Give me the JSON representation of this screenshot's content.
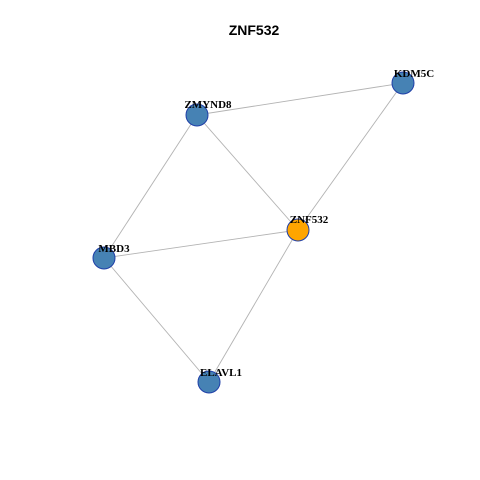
{
  "title": "ZNF532",
  "colors": {
    "default_node": "#4682b4",
    "focus_node": "#ffa500",
    "node_border": "#1f3fa8",
    "edge": "#b3b3b3",
    "background": "#ffffff"
  },
  "nodes": [
    {
      "id": "KDM5C",
      "label": "KDM5C",
      "focus": false
    },
    {
      "id": "ZMYND8",
      "label": "ZMYND8",
      "focus": false
    },
    {
      "id": "ZNF532",
      "label": "ZNF532",
      "focus": true
    },
    {
      "id": "MBD3",
      "label": "MBD3",
      "focus": false
    },
    {
      "id": "ELAVL1",
      "label": "ELAVL1",
      "focus": false
    }
  ],
  "edges": [
    [
      "ZMYND8",
      "KDM5C"
    ],
    [
      "KDM5C",
      "ZNF532"
    ],
    [
      "ZMYND8",
      "ZNF532"
    ],
    [
      "ZMYND8",
      "MBD3"
    ],
    [
      "MBD3",
      "ZNF532"
    ],
    [
      "ZNF532",
      "ELAVL1"
    ],
    [
      "MBD3",
      "ELAVL1"
    ]
  ]
}
